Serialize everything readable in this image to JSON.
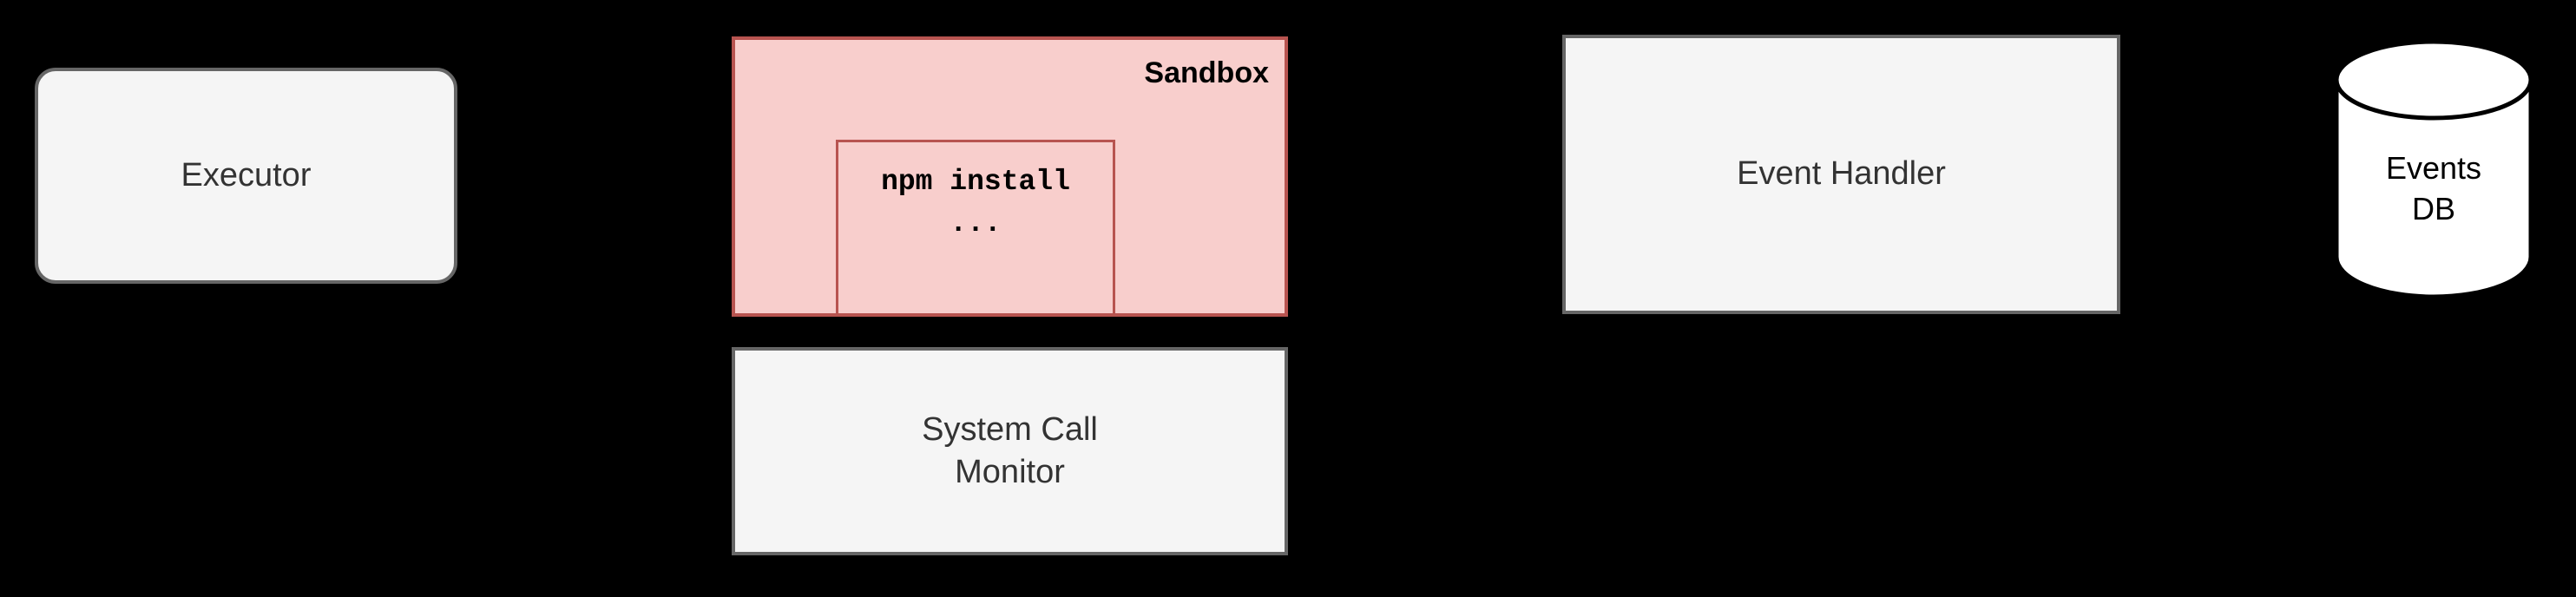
{
  "diagram": {
    "background_color": "#000000",
    "nodes": {
      "executor": {
        "label": "Executor",
        "shape": "rounded-rectangle",
        "fill": "#f5f5f5",
        "stroke": "#666666",
        "text_color": "#333333"
      },
      "sandbox": {
        "title": "Sandbox",
        "shape": "rectangle",
        "fill": "#f8cecc",
        "stroke": "#b85450",
        "text_color": "#000000",
        "code_box": {
          "shape": "rectangle",
          "fill": "#f8cecc",
          "stroke": "#b85450",
          "lines": [
            "npm install",
            "..."
          ]
        }
      },
      "syscall_monitor": {
        "line1": "System Call",
        "line2": "Monitor",
        "shape": "rectangle",
        "fill": "#f5f5f5",
        "stroke": "#666666",
        "text_color": "#333333"
      },
      "event_handler": {
        "label": "Event Handler",
        "shape": "rectangle",
        "fill": "#f5f5f5",
        "stroke": "#666666",
        "text_color": "#333333"
      },
      "events_db": {
        "line1": "Events",
        "line2": "DB",
        "shape": "cylinder",
        "fill": "#ffffff",
        "stroke": "#000000",
        "text_color": "#000000"
      }
    }
  }
}
